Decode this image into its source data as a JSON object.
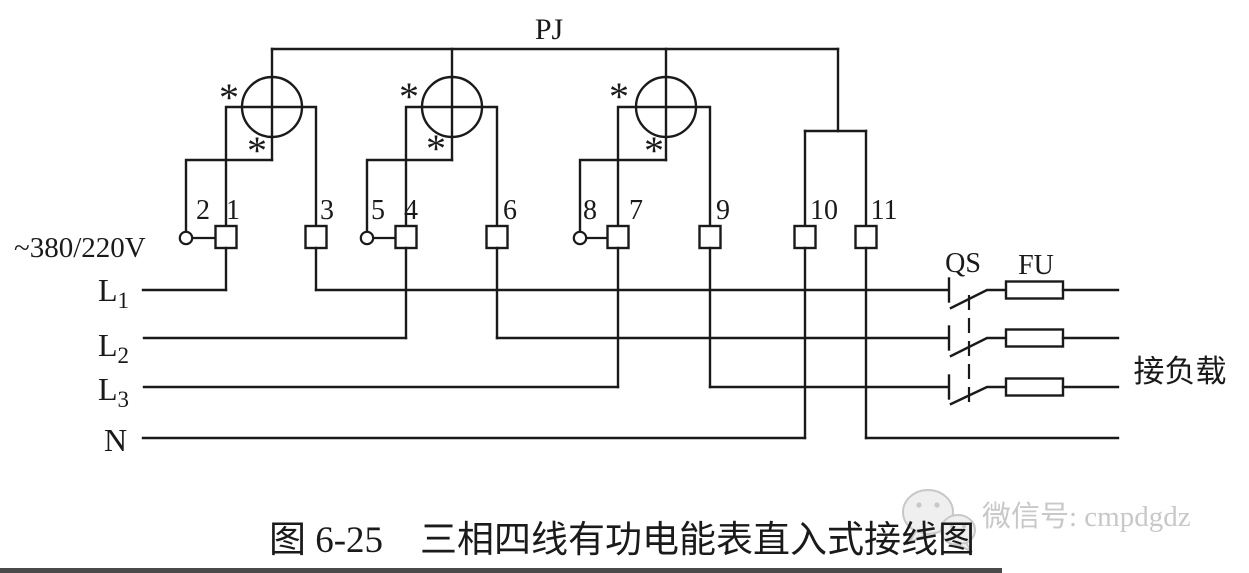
{
  "figure": {
    "caption": "图 6-25　三相四线有功电能表直入式接线图"
  },
  "meter": {
    "label": "PJ",
    "polarity_mark": "*",
    "terminals": [
      "2",
      "1",
      "3",
      "5",
      "4",
      "6",
      "8",
      "7",
      "9",
      "10",
      "11"
    ]
  },
  "source": {
    "voltage_label": "~380/220V",
    "lines": [
      {
        "base": "L",
        "sub": "1"
      },
      {
        "base": "L",
        "sub": "2"
      },
      {
        "base": "L",
        "sub": "3"
      },
      {
        "base": "N",
        "sub": ""
      }
    ]
  },
  "switchgear": {
    "disconnector_label": "QS",
    "fuse_label": "FU"
  },
  "load": {
    "label": "接负载"
  },
  "watermark": {
    "text": "微信号: cmpdgdz"
  },
  "colors": {
    "wire": "#1a1a1a",
    "background": "#ffffff",
    "watermark": "#c8c8c8",
    "footer_bar": "#4a4a4a"
  }
}
